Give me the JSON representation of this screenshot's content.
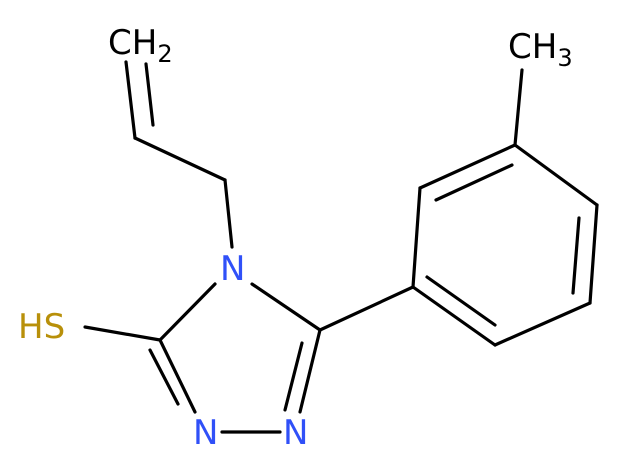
{
  "colors": {
    "bond": "#000000",
    "nitrogen": "#3050F8",
    "sulfur": "#B8900A",
    "carbon": "#000000"
  },
  "atoms": {
    "ch2_terminal": {
      "main": "CH",
      "sub": "2"
    },
    "ch3": {
      "main": "CH",
      "sub": "3"
    },
    "sh": "HS",
    "n4": "N",
    "n1": "N",
    "n2": "N"
  }
}
